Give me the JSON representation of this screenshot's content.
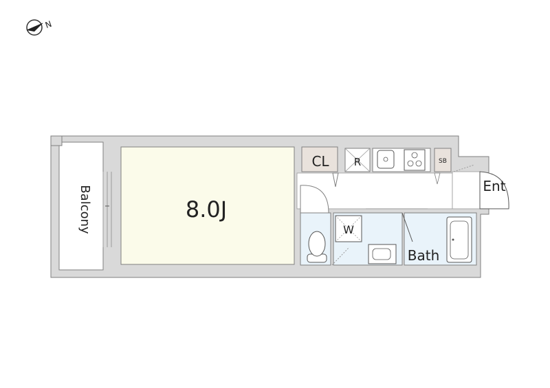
{
  "compass": {
    "label": "N",
    "icon": "north-arrow-icon"
  },
  "rooms": {
    "main_room": "8.0J",
    "balcony": "Balcony",
    "closet": "CL",
    "refrigerator": "R",
    "washer": "W",
    "shoe_box": "SB",
    "bath": "Bath",
    "entrance": "Ent"
  },
  "colors": {
    "wall": "#d9d9d9",
    "wall_line": "#7f7f7f",
    "main_room_floor": "#fbfbea",
    "wet_area_floor": "#e9f3fa",
    "fixture_tan": "#e9e2dc",
    "background": "#ffffff"
  }
}
